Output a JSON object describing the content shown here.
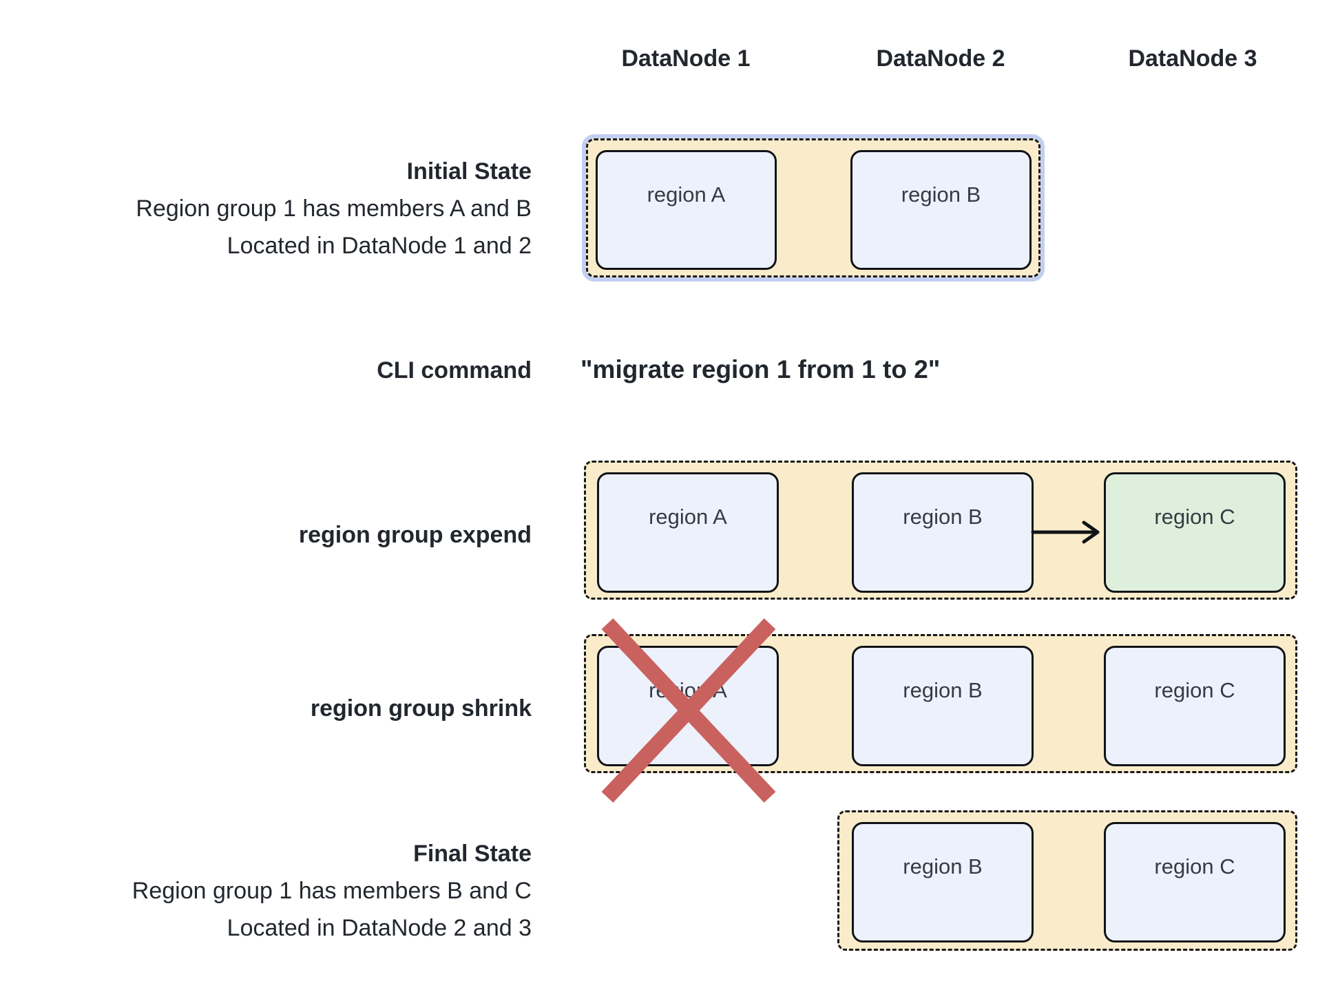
{
  "headers": {
    "datanode1": "DataNode 1",
    "datanode2": "DataNode 2",
    "datanode3": "DataNode 3"
  },
  "labels": {
    "initial": {
      "title": "Initial State",
      "line1": "Region group 1 has members A and B",
      "line2": "Located in DataNode 1 and 2"
    },
    "cli": {
      "label": "CLI command",
      "command": "\"migrate region 1 from 1 to 2\""
    },
    "expend": "region group expend",
    "shrink": "region group shrink",
    "final": {
      "title": "Final State",
      "line1": "Region group 1 has members B and C",
      "line2": "Located in DataNode 2 and 3"
    }
  },
  "nodes": {
    "initial": {
      "a": "region A",
      "b": "region B"
    },
    "expend": {
      "a": "region A",
      "b": "region B",
      "c": "region C"
    },
    "shrink": {
      "a": "region A",
      "b": "region B",
      "c": "region C"
    },
    "final": {
      "b": "region B",
      "c": "region C"
    }
  },
  "colors": {
    "group_fill": "#faecca",
    "group_border": "#16181c",
    "selected_group_outline": "#c2cff0",
    "node_fill": "#edf1fb",
    "node_border": "#101418",
    "new_node_fill": "#def0dc",
    "delete_cross": "#c9615e",
    "text": "#22272e"
  }
}
